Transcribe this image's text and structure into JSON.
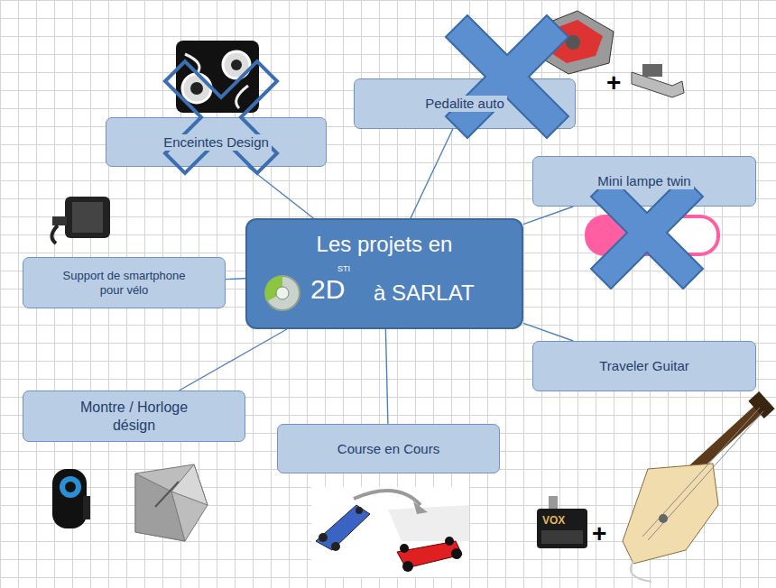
{
  "diagram": {
    "nodes": [
      {
        "text": [
          "Les projets en",
          "STI",
          "2D",
          "à SARLAT"
        ]
      },
      {
        "text": [
          "Enceintes Design"
        ]
      },
      {
        "text": [
          "Pedalite auto"
        ]
      },
      {
        "text": [
          "Mini lampe twin"
        ]
      },
      {
        "text": [
          "Support de smartphone pour vélo"
        ]
      },
      {
        "text": [
          "Montre / Horloge désign"
        ]
      },
      {
        "text": [
          "Course en Cours"
        ]
      },
      {
        "text": [
          "Traveler Guitar"
        ]
      }
    ],
    "edges": [
      {
        "from": 0,
        "to": 1,
        "arrow": "none"
      },
      {
        "from": 0,
        "to": 2,
        "arrow": "none"
      },
      {
        "from": 0,
        "to": 3,
        "arrow": "none"
      },
      {
        "from": 0,
        "to": 4,
        "arrow": "none"
      },
      {
        "from": 0,
        "to": 5,
        "arrow": "none"
      },
      {
        "from": 0,
        "to": 6,
        "arrow": "none"
      },
      {
        "from": 0,
        "to": 7,
        "arrow": "none"
      }
    ],
    "labels": [
      "+",
      "VOX",
      "+"
    ]
  }
}
